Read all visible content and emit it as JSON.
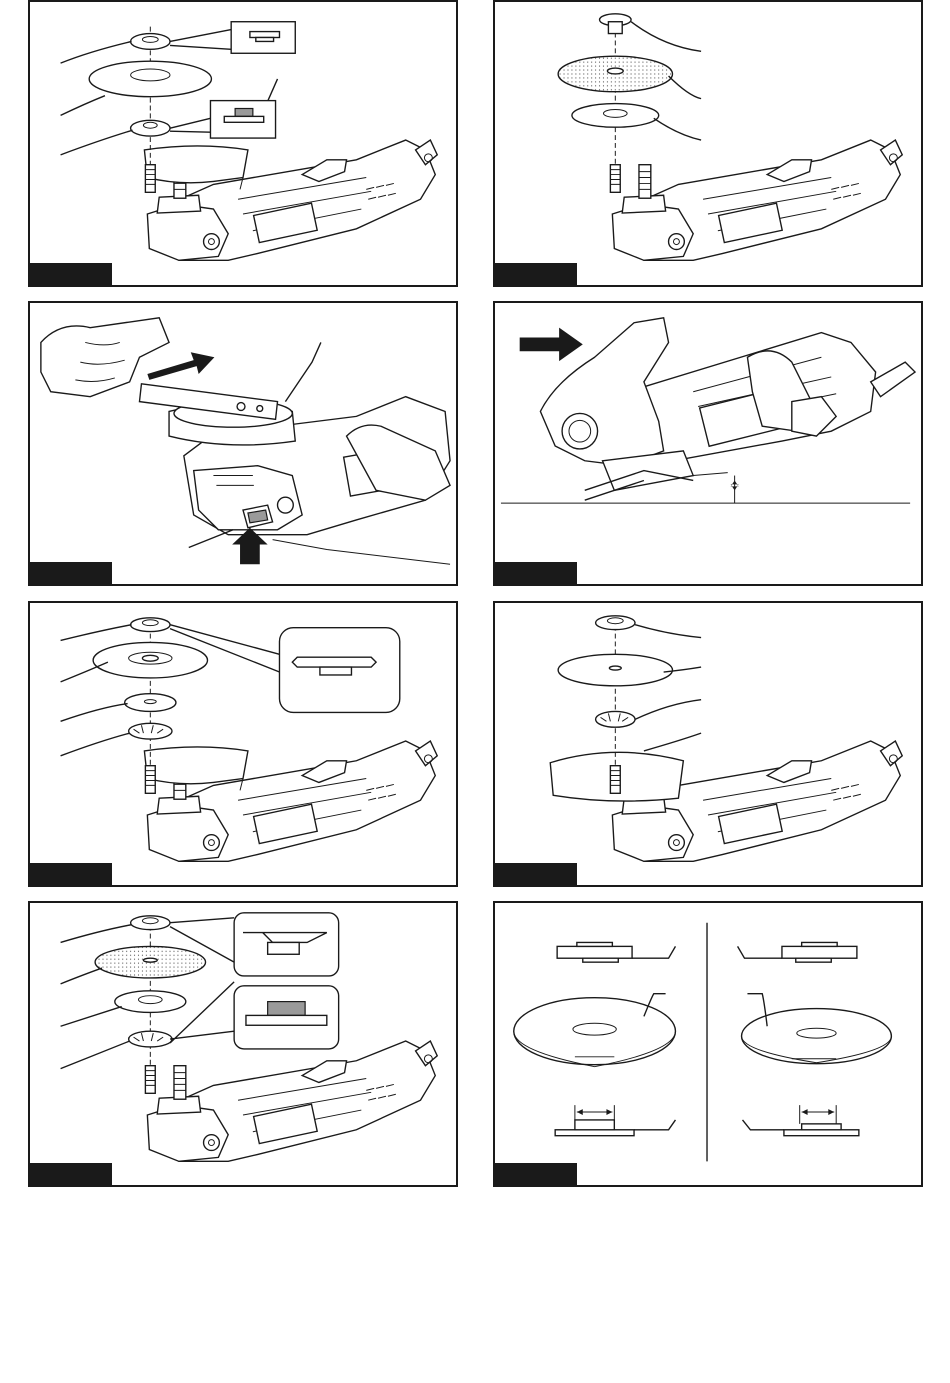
{
  "figures": [
    {
      "id": "fig-1",
      "label": ""
    },
    {
      "id": "fig-2",
      "label": ""
    },
    {
      "id": "fig-3",
      "label": ""
    },
    {
      "id": "fig-4",
      "label": ""
    },
    {
      "id": "fig-5",
      "label": ""
    },
    {
      "id": "fig-6",
      "label": ""
    },
    {
      "id": "fig-7",
      "label": ""
    },
    {
      "id": "fig-8",
      "label": ""
    }
  ],
  "colors": {
    "ink": "#1a1a1a",
    "paper": "#ffffff",
    "shade": "#9a9a9a"
  }
}
